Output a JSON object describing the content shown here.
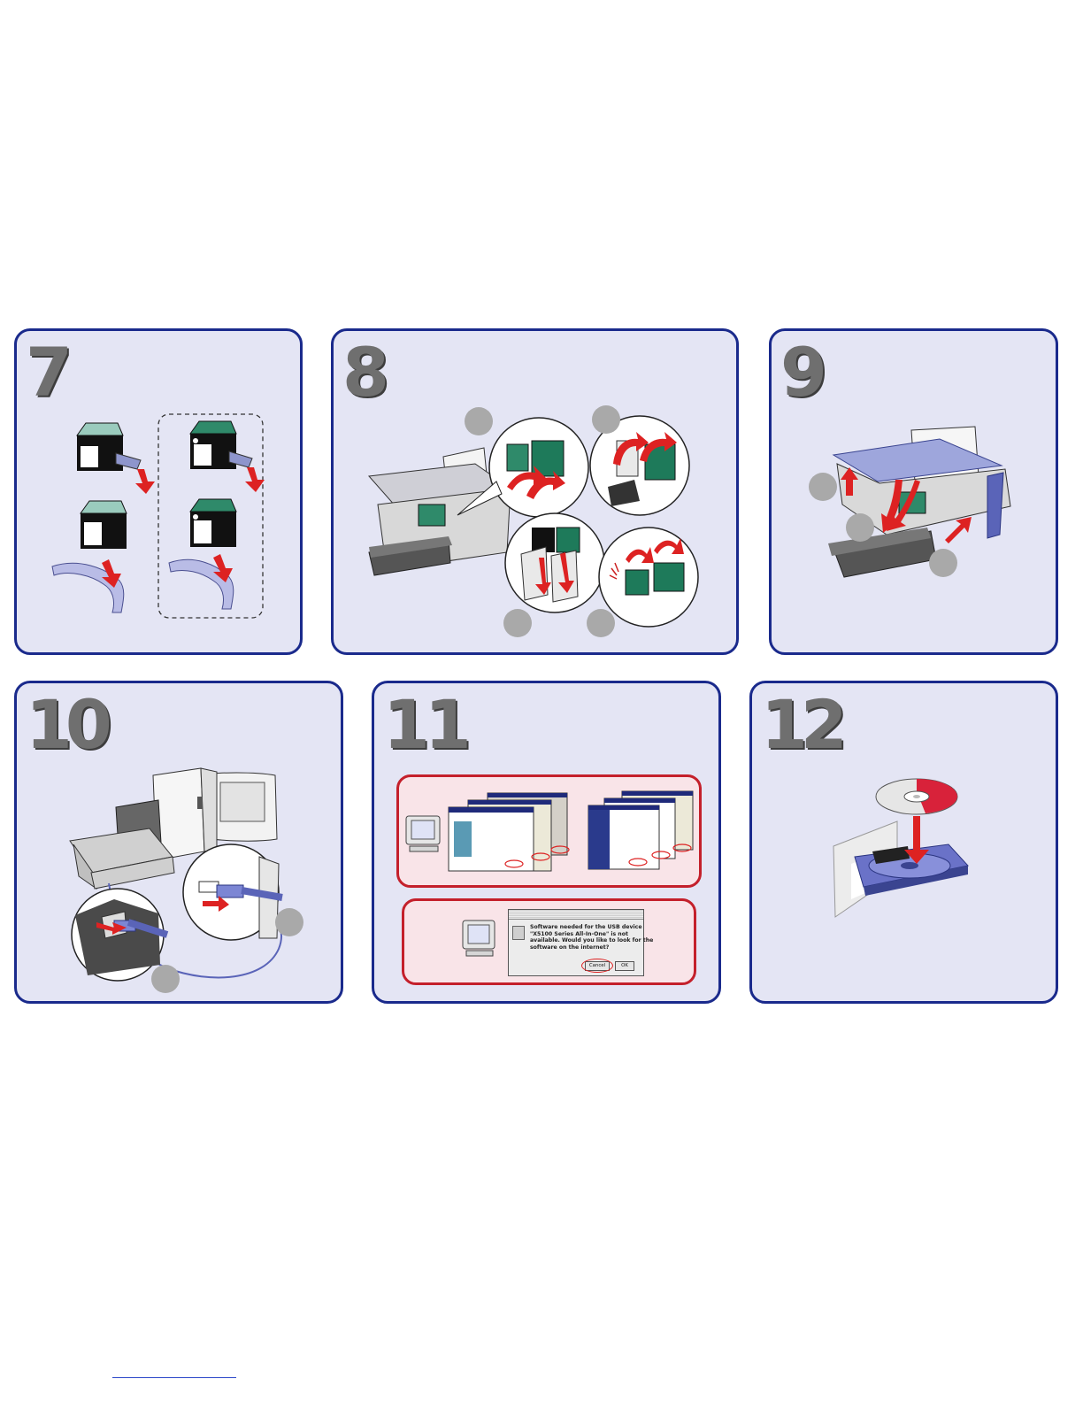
{
  "steps": [
    {
      "number": "7"
    },
    {
      "number": "8"
    },
    {
      "number": "9"
    },
    {
      "number": "10"
    },
    {
      "number": "11"
    },
    {
      "number": "12"
    }
  ],
  "dialog": {
    "message": "Software needed for the USB device \"X5100 Series All-In-One\" is not available. Would you like to look for the software on the internet?",
    "cancel_label": "Cancel",
    "ok_label": "OK"
  },
  "colors": {
    "panel_bg": "#e4e5f4",
    "panel_border": "#1a2a8c",
    "dialog_border": "#c4202b",
    "arrow": "#dd2222",
    "callout": "#a9a9a9"
  },
  "icons": [
    "ink-cartridge-icon",
    "printer-icon",
    "computer-icon",
    "usb-cable-icon",
    "cd-icon",
    "cd-drive-icon"
  ]
}
